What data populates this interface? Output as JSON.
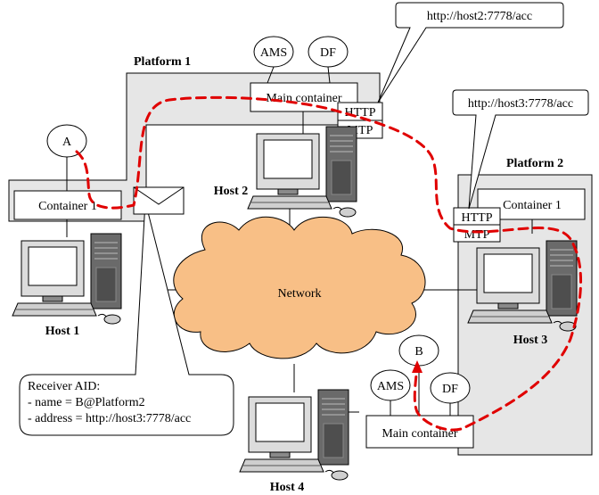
{
  "platforms": {
    "platform1": "Platform 1",
    "platform2": "Platform 2"
  },
  "containers": {
    "main_container_p1": "Main container",
    "container1_p1": "Container 1",
    "container1_p2": "Container 1",
    "main_container_p2": "Main container"
  },
  "agents": {
    "ams_top": "AMS",
    "df_top": "DF",
    "agent_a": "A",
    "agent_b": "B",
    "ams_bottom": "AMS",
    "df_bottom": "DF"
  },
  "mtp": {
    "http_1": "HTTP",
    "mtp_1": "MTP",
    "http_2": "HTTP",
    "mtp_2": "MTP"
  },
  "callouts": {
    "url_host2": "http://host2:7778/acc",
    "url_host3": "http://host3:7778/acc",
    "receiver_aid": "Receiver AID:",
    "receiver_name": "- name = B@Platform2",
    "receiver_address": "- address = http://host3:7778/acc"
  },
  "hosts": {
    "host1": "Host 1",
    "host2": "Host 2",
    "host3": "Host 3",
    "host4": "Host 4"
  },
  "network": "Network",
  "colors": {
    "platform_fill": "#e6e6e6",
    "network_fill": "#f8bf86",
    "route": "#e00000"
  }
}
